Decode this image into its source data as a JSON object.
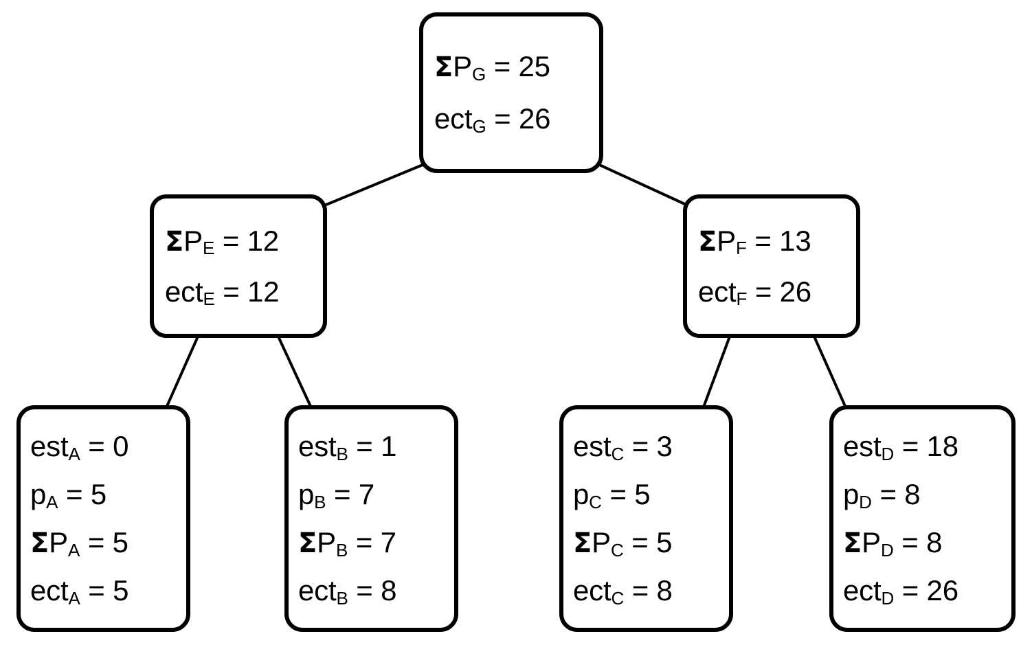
{
  "diagram": {
    "type": "binary-tree",
    "title": "",
    "background_color": "#ffffff",
    "stroke_color": "#000000",
    "nodes": [
      {
        "id": "G",
        "kind": "root",
        "lines": [
          {
            "symbol": "sum-P",
            "label": "ΣP",
            "subscript": "G",
            "value": "25"
          },
          {
            "symbol": "ect",
            "label": "ect",
            "subscript": "G",
            "value": "26"
          }
        ]
      },
      {
        "id": "E",
        "kind": "inner",
        "lines": [
          {
            "symbol": "sum-P",
            "label": "ΣP",
            "subscript": "E",
            "value": "12"
          },
          {
            "symbol": "ect",
            "label": "ect",
            "subscript": "E",
            "value": "12"
          }
        ]
      },
      {
        "id": "F",
        "kind": "inner",
        "lines": [
          {
            "symbol": "sum-P",
            "label": "ΣP",
            "subscript": "F",
            "value": "13"
          },
          {
            "symbol": "ect",
            "label": "ect",
            "subscript": "F",
            "value": "26"
          }
        ]
      },
      {
        "id": "A",
        "kind": "leaf",
        "lines": [
          {
            "symbol": "est",
            "label": "est",
            "subscript": "A",
            "value": "0"
          },
          {
            "symbol": "p",
            "label": "p",
            "subscript": "A",
            "value": "5"
          },
          {
            "symbol": "sum-P",
            "label": "ΣP",
            "subscript": "A",
            "value": "5"
          },
          {
            "symbol": "ect",
            "label": "ect",
            "subscript": "A",
            "value": "5"
          }
        ]
      },
      {
        "id": "B",
        "kind": "leaf",
        "lines": [
          {
            "symbol": "est",
            "label": "est",
            "subscript": "B",
            "value": "1"
          },
          {
            "symbol": "p",
            "label": "p",
            "subscript": "B",
            "value": "7"
          },
          {
            "symbol": "sum-P",
            "label": "ΣP",
            "subscript": "B",
            "value": "7"
          },
          {
            "symbol": "ect",
            "label": "ect",
            "subscript": "B",
            "value": "8"
          }
        ]
      },
      {
        "id": "C",
        "kind": "leaf",
        "lines": [
          {
            "symbol": "est",
            "label": "est",
            "subscript": "C",
            "value": "3"
          },
          {
            "symbol": "p",
            "label": "p",
            "subscript": "C",
            "value": "5"
          },
          {
            "symbol": "sum-P",
            "label": "ΣP",
            "subscript": "C",
            "value": "5"
          },
          {
            "symbol": "ect",
            "label": "ect",
            "subscript": "C",
            "value": "8"
          }
        ]
      },
      {
        "id": "D",
        "kind": "leaf",
        "lines": [
          {
            "symbol": "est",
            "label": "est",
            "subscript": "D",
            "value": "18"
          },
          {
            "symbol": "p",
            "label": "p",
            "subscript": "D",
            "value": "8"
          },
          {
            "symbol": "sum-P",
            "label": "ΣP",
            "subscript": "D",
            "value": "8"
          },
          {
            "symbol": "ect",
            "label": "ect",
            "subscript": "D",
            "value": "26"
          }
        ]
      }
    ],
    "edges": [
      {
        "from": "G",
        "to": "E"
      },
      {
        "from": "G",
        "to": "F"
      },
      {
        "from": "E",
        "to": "A"
      },
      {
        "from": "E",
        "to": "B"
      },
      {
        "from": "F",
        "to": "C"
      },
      {
        "from": "F",
        "to": "D"
      }
    ],
    "equals_sign": "="
  }
}
